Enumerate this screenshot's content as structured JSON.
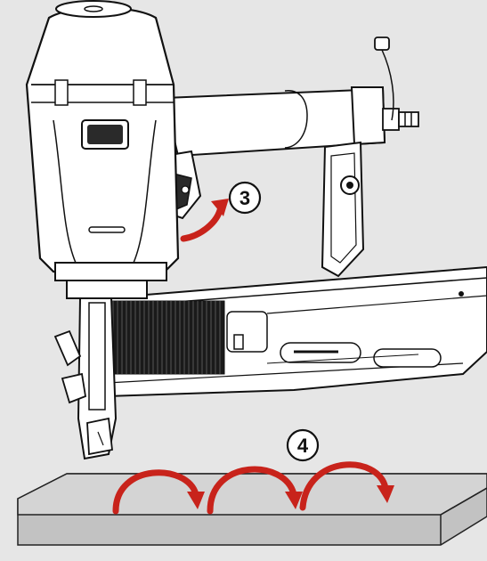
{
  "callouts": [
    {
      "id": "step-3",
      "label": "3"
    },
    {
      "id": "step-4",
      "label": "4"
    }
  ],
  "colors": {
    "background": "#e6e6e6",
    "arrow": "#c8231b",
    "line": "#111111",
    "body_fill": "#ffffff",
    "board_top": "#d2d2d2",
    "board_front": "#c2c2c2"
  }
}
